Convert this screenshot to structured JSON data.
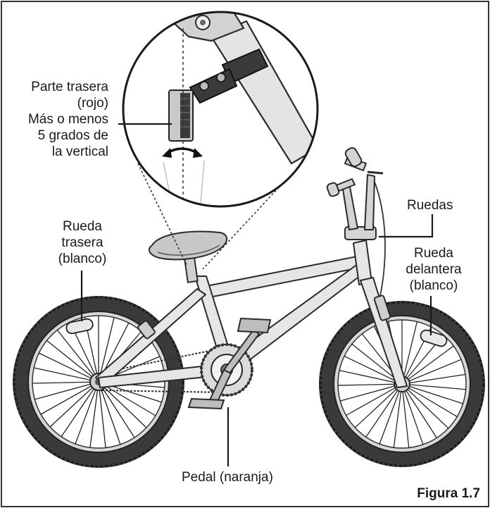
{
  "labels": {
    "brake_rear_title": "Parte trasera",
    "brake_rear_color": "(rojo)",
    "angle_line1": "Más o menos",
    "angle_line2": "5 grados de",
    "angle_line3": "la vertical",
    "rear_wheel_line1": "Rueda",
    "rear_wheel_line2": "trasera",
    "rear_wheel_line3": "(blanco)",
    "wheels": "Ruedas",
    "front_wheel_line1": "Rueda",
    "front_wheel_line2": "delantera",
    "front_wheel_line3": "(blanco)",
    "pedal": "Pedal (naranja)"
  },
  "caption": "Figura 1.7"
}
